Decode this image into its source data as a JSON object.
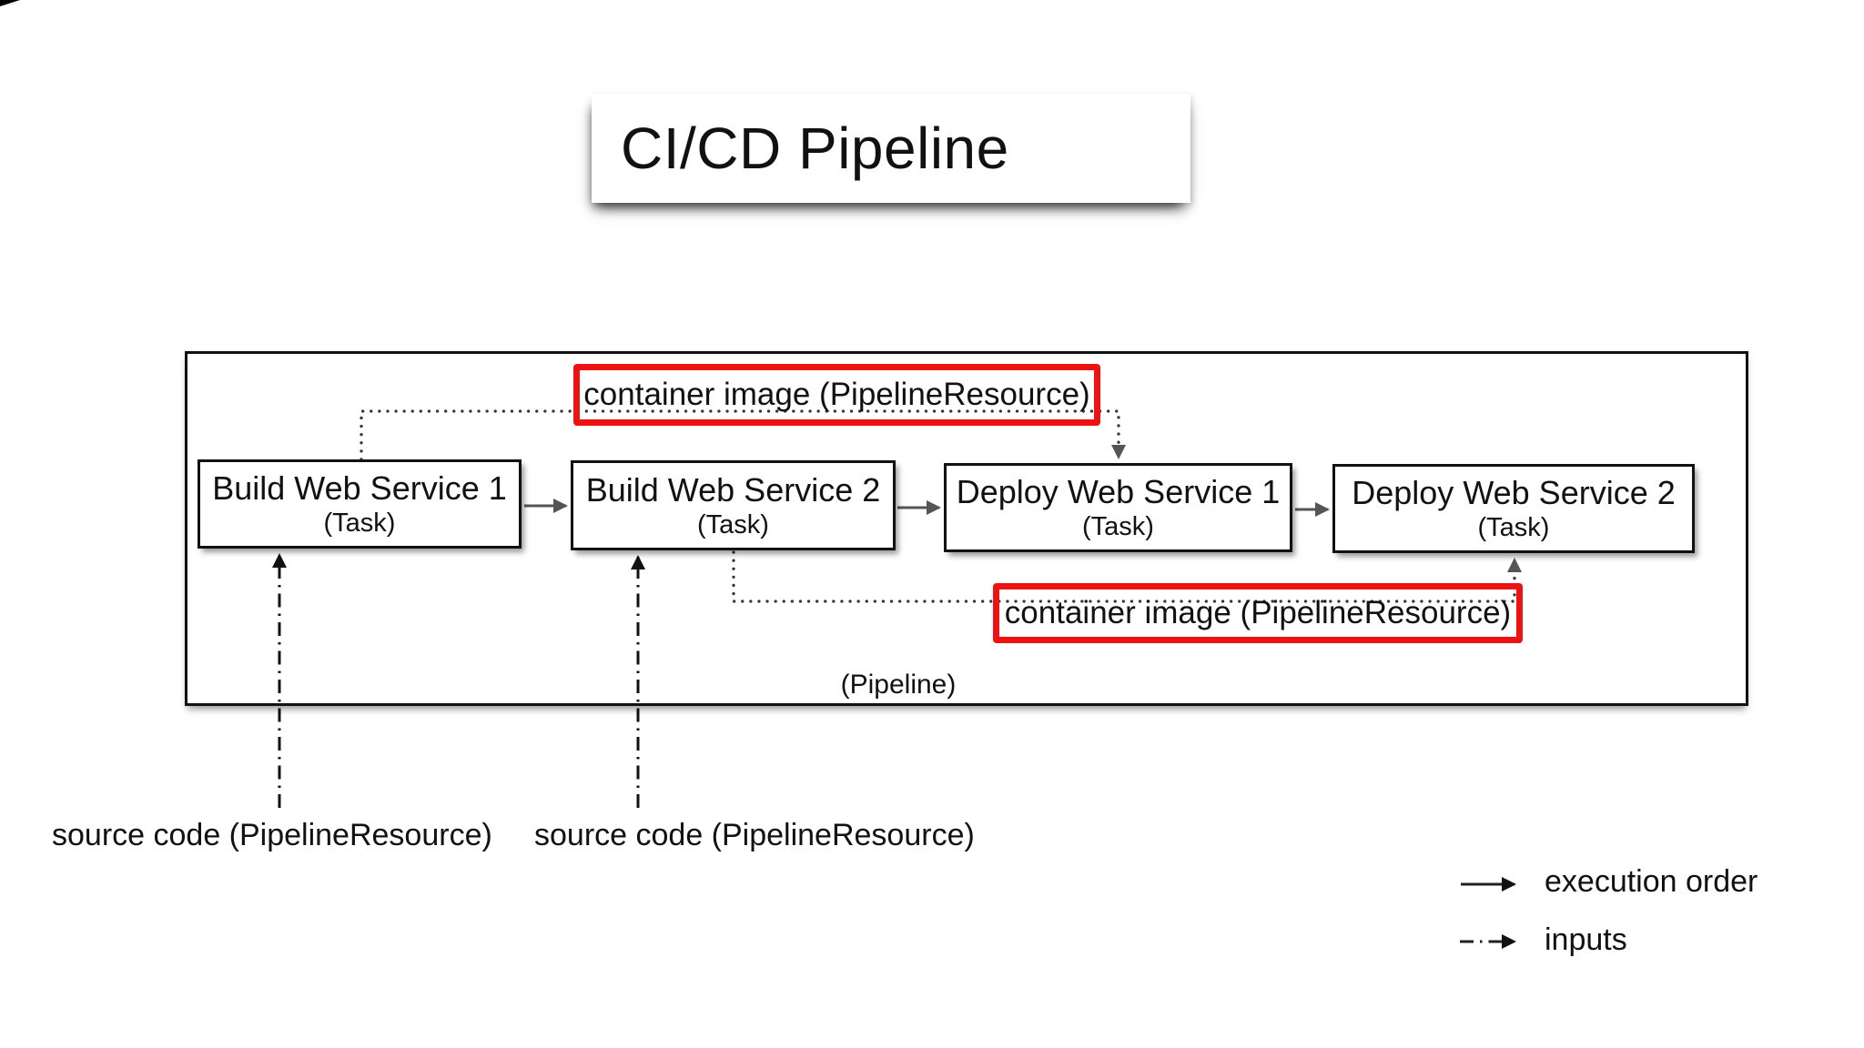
{
  "title": "CI/CD Pipeline",
  "pipeline": {
    "label": "(Pipeline)",
    "tasks": [
      {
        "name": "Build Web Service 1",
        "type": "(Task)"
      },
      {
        "name": "Build Web Service 2",
        "type": "(Task)"
      },
      {
        "name": "Deploy Web Service 1",
        "type": "(Task)"
      },
      {
        "name": "Deploy Web Service 2",
        "type": "(Task)"
      }
    ],
    "resource_labels": [
      {
        "label": "container image (PipelineResource)"
      },
      {
        "label": "container image (PipelineResource)"
      }
    ]
  },
  "external_inputs": [
    {
      "label": "source code (PipelineResource)"
    },
    {
      "label": "source code (PipelineResource)"
    }
  ],
  "legend": {
    "items": [
      {
        "label": "execution order",
        "line_style": "solid"
      },
      {
        "label": "inputs",
        "line_style": "dash-dot"
      }
    ]
  },
  "connections": {
    "execution_order": [
      "Build Web Service 1 -> Build Web Service 2",
      "Build Web Service 2 -> Deploy Web Service 1",
      "Deploy Web Service 1 -> Deploy Web Service 2"
    ],
    "resource_flows": [
      "Build Web Service 1 -> container image (PipelineResource) -> Deploy Web Service 1",
      "Build Web Service 2 -> container image (PipelineResource) -> Deploy Web Service 2",
      "source code (PipelineResource) -> Build Web Service 1",
      "source code (PipelineResource) -> Build Web Service 2"
    ]
  },
  "colors": {
    "resource_highlight": "#ee1212",
    "execution_arrow": "#555555",
    "line": "#1a1a1a",
    "background": "#ffffff"
  }
}
